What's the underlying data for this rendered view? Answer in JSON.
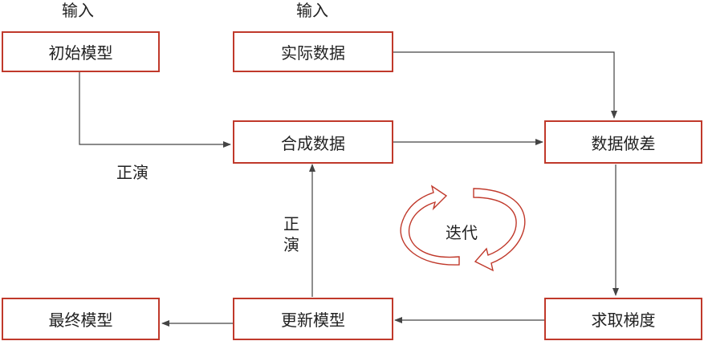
{
  "labels": {
    "input_left": "输入",
    "input_mid": "输入",
    "forward_horizontal": "正演",
    "forward_vertical_1": "正",
    "forward_vertical_2": "演",
    "iterate": "迭代"
  },
  "nodes": {
    "initial_model": "初始模型",
    "actual_data": "实际数据",
    "synthetic_data": "合成数据",
    "data_difference": "数据做差",
    "final_model": "最终模型",
    "update_model": "更新模型",
    "gradient": "求取梯度"
  },
  "colors": {
    "box_border": "#c0392b",
    "arrow": "#444444",
    "cycle": "#c0392b"
  }
}
